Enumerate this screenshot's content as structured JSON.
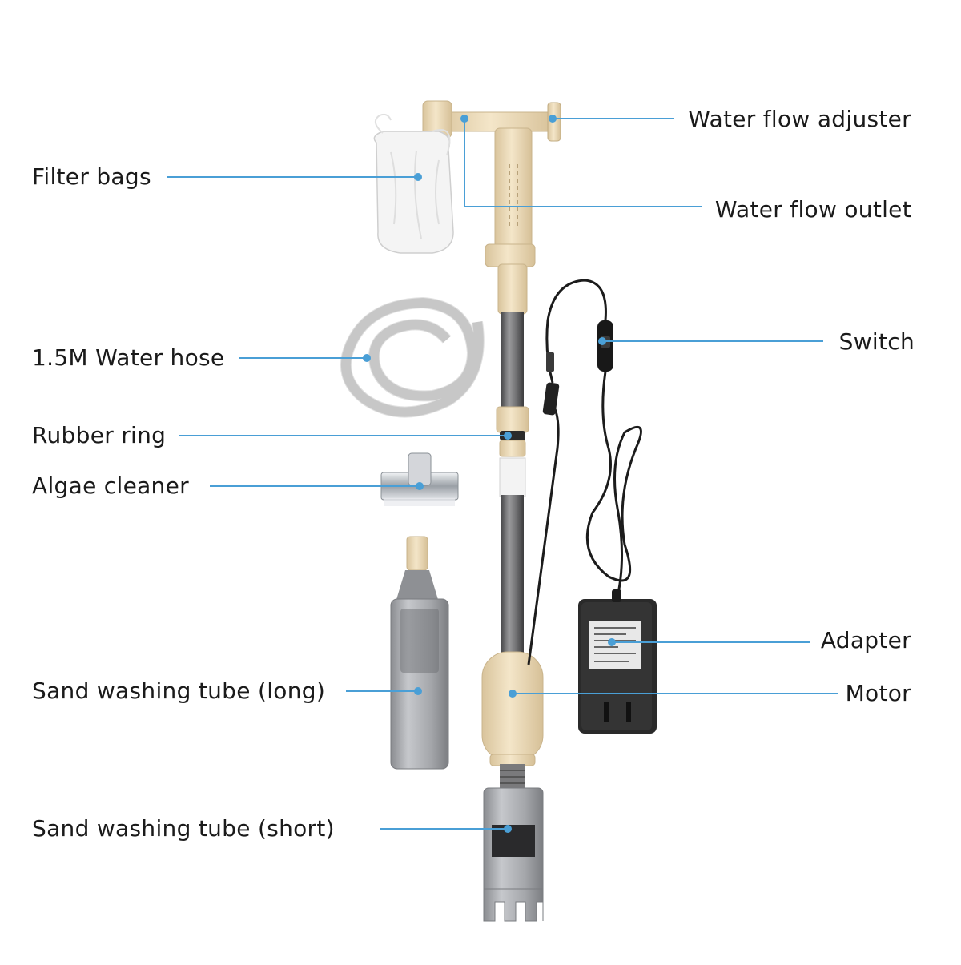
{
  "colors": {
    "leader": "#4a9fd6",
    "beige": "#eedcbc",
    "beige_dark": "#d9c49c",
    "metal": "#6e6e70",
    "clear_tube": "#9c9ea2",
    "cable": "#1c1c1c",
    "adapter": "#2a2a2a"
  },
  "labels": {
    "filter_bags": "Filter bags",
    "water_hose": "1.5M Water hose",
    "rubber_ring": "Rubber ring",
    "algae_cleaner": "Algae cleaner",
    "sand_tube_long": "Sand washing tube (long)",
    "sand_tube_short": "Sand washing tube (short)",
    "water_flow_adjuster": "Water flow adjuster",
    "water_flow_outlet": "Water flow outlet",
    "switch": "Switch",
    "adapter": "Adapter",
    "motor": "Motor"
  }
}
